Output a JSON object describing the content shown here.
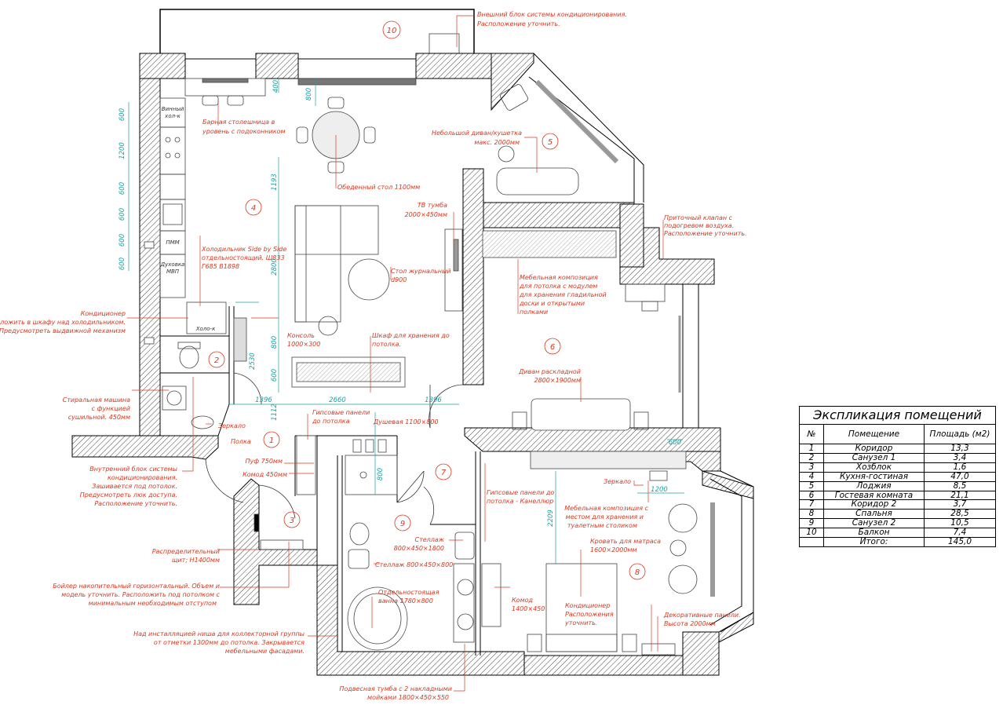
{
  "rooms": [
    {
      "num": "1"
    },
    {
      "num": "2"
    },
    {
      "num": "3"
    },
    {
      "num": "4"
    },
    {
      "num": "5"
    },
    {
      "num": "6"
    },
    {
      "num": "7"
    },
    {
      "num": "8"
    },
    {
      "num": "9"
    },
    {
      "num": "10"
    }
  ],
  "notes": {
    "ac_outdoor": [
      "Внешний блок системы кондиционирования.",
      "Расположение уточнить."
    ],
    "bar": [
      "Барная столешница в",
      "уровень с подоконником"
    ],
    "table": "Обеденный стол 1100мм",
    "sofa_small": [
      "Небольшой диван/кушетка",
      "макс. 2000мм"
    ],
    "tv": [
      "ТВ тумба",
      "2000×450мм"
    ],
    "vent": [
      "Приточный клапан с",
      "подогревом воздуха.",
      "Расположение уточнить."
    ],
    "fridge": [
      "Холодильник Side by Side",
      "отдельностоящий. Ш833",
      "Г685 В1898"
    ],
    "coffee": [
      "Стол журнальный",
      "d900"
    ],
    "furniture_comp": [
      "Мебельная композиция",
      "для потолка с модулем",
      "для хранения гладильной",
      "доски и открытыми",
      "полками"
    ],
    "console": [
      "Консоль",
      "1000×300"
    ],
    "wardrobe": [
      "Шкаф для хранения до",
      "потолка."
    ],
    "sofa_bed": [
      "Диван раскладной",
      "2800×1900мм"
    ],
    "conditioner": [
      "Кондиционер",
      "Расположить в шкафу над холодильником.",
      "Предусмотреть выдвижной механизм"
    ],
    "washer": [
      "Стиральная машина",
      "с функцией",
      "сушильной. 450мм"
    ],
    "mirror1": "Зеркало",
    "shelf": "Полка",
    "gypsum1": [
      "Гипсовые панели",
      "до потолка"
    ],
    "shower": "Душевая 1100×800",
    "indoor_ac": [
      "Внутренний блок системы",
      "кондиционирования.",
      "Зашивается под потолок.",
      "Предусмотреть люк доступа.",
      "Расположение уточнить."
    ],
    "pouf": "Пуф 750мм",
    "chest1": "Комод 450мм",
    "gypsum2": [
      "Гипсовые панели до",
      "потолка - Канеллюр"
    ],
    "mirror2": "Зеркало",
    "furniture_bed": [
      "Мебельная композиция с",
      "местом для хранения и",
      "туалетным столиком"
    ],
    "rack1": [
      "Стеллаж",
      "800×450×1800"
    ],
    "rack2": "Стеллаж 800×450×800",
    "bed": [
      "Кровать для матраса",
      "1600×2000мм"
    ],
    "panel": [
      "Распределительный",
      "щит; Н1400мм"
    ],
    "boiler": [
      "Бойлер накопительный горизонтальный. Объем и",
      "модель уточнить. Расположить под потолком с",
      "минимальным необходимым отступом"
    ],
    "bath": [
      "Отдельностоящая",
      "ванна 1780×800"
    ],
    "chest2": [
      "Комод",
      "1400×450"
    ],
    "ac2": [
      "Кондиционер",
      "Расположения",
      "уточнить."
    ],
    "decor": [
      "Декоративные панели.",
      "Высота 2000мм"
    ],
    "niche": [
      "Над инсталляцией ниша для коллекторной группы",
      "от отметки 1300мм до потолка. Закрывается",
      "мебельными фасадами."
    ],
    "vanity": [
      "Подвесная тумба с 2 накладными",
      "мойками 1800×450×550"
    ]
  },
  "labels": {
    "wine": [
      "Винный",
      "хол-к"
    ],
    "pmm": "ПММ",
    "oven": [
      "Духовка",
      "МВП"
    ],
    "fridge_small": "Холо-к"
  },
  "dims": {
    "d600a": "600",
    "d1200": "1200",
    "d600b": "600",
    "d600c": "600",
    "d600d": "600",
    "d600e": "600",
    "d400": "400",
    "d800top": "800",
    "d1193": "1193",
    "d2800": "2800",
    "d800con": "800",
    "d600con": "600",
    "d2530": "2530",
    "d1396a": "1396",
    "d2660": "2660",
    "d1396b": "1396",
    "d1112": "1112",
    "d800sh": "800",
    "d2209": "2209",
    "d1200b": "1200",
    "d600f": "600"
  },
  "legend": {
    "title": "Экспликация помещений",
    "headers": [
      "№",
      "Помещение",
      "Площадь (м2)"
    ],
    "rows": [
      [
        "1",
        "Коридор",
        "13,3"
      ],
      [
        "2",
        "Санузел 1",
        "3,4"
      ],
      [
        "3",
        "Хозблок",
        "1,6"
      ],
      [
        "4",
        "Кухня-гостиная",
        "47,0"
      ],
      [
        "5",
        "Лоджия",
        "8,5"
      ],
      [
        "6",
        "Гостевая комната",
        "21,1"
      ],
      [
        "7",
        "Коридор 2",
        "3,7"
      ],
      [
        "8",
        "Спальня",
        "28,5"
      ],
      [
        "9",
        "Санузел 2",
        "10,5"
      ],
      [
        "10",
        "Балкон",
        "7,4"
      ]
    ],
    "total": [
      "",
      "Итого:",
      "145,0"
    ]
  },
  "colors": {
    "wall": "#555555",
    "note": "#d9381e",
    "dim": "#1aa3a3"
  }
}
